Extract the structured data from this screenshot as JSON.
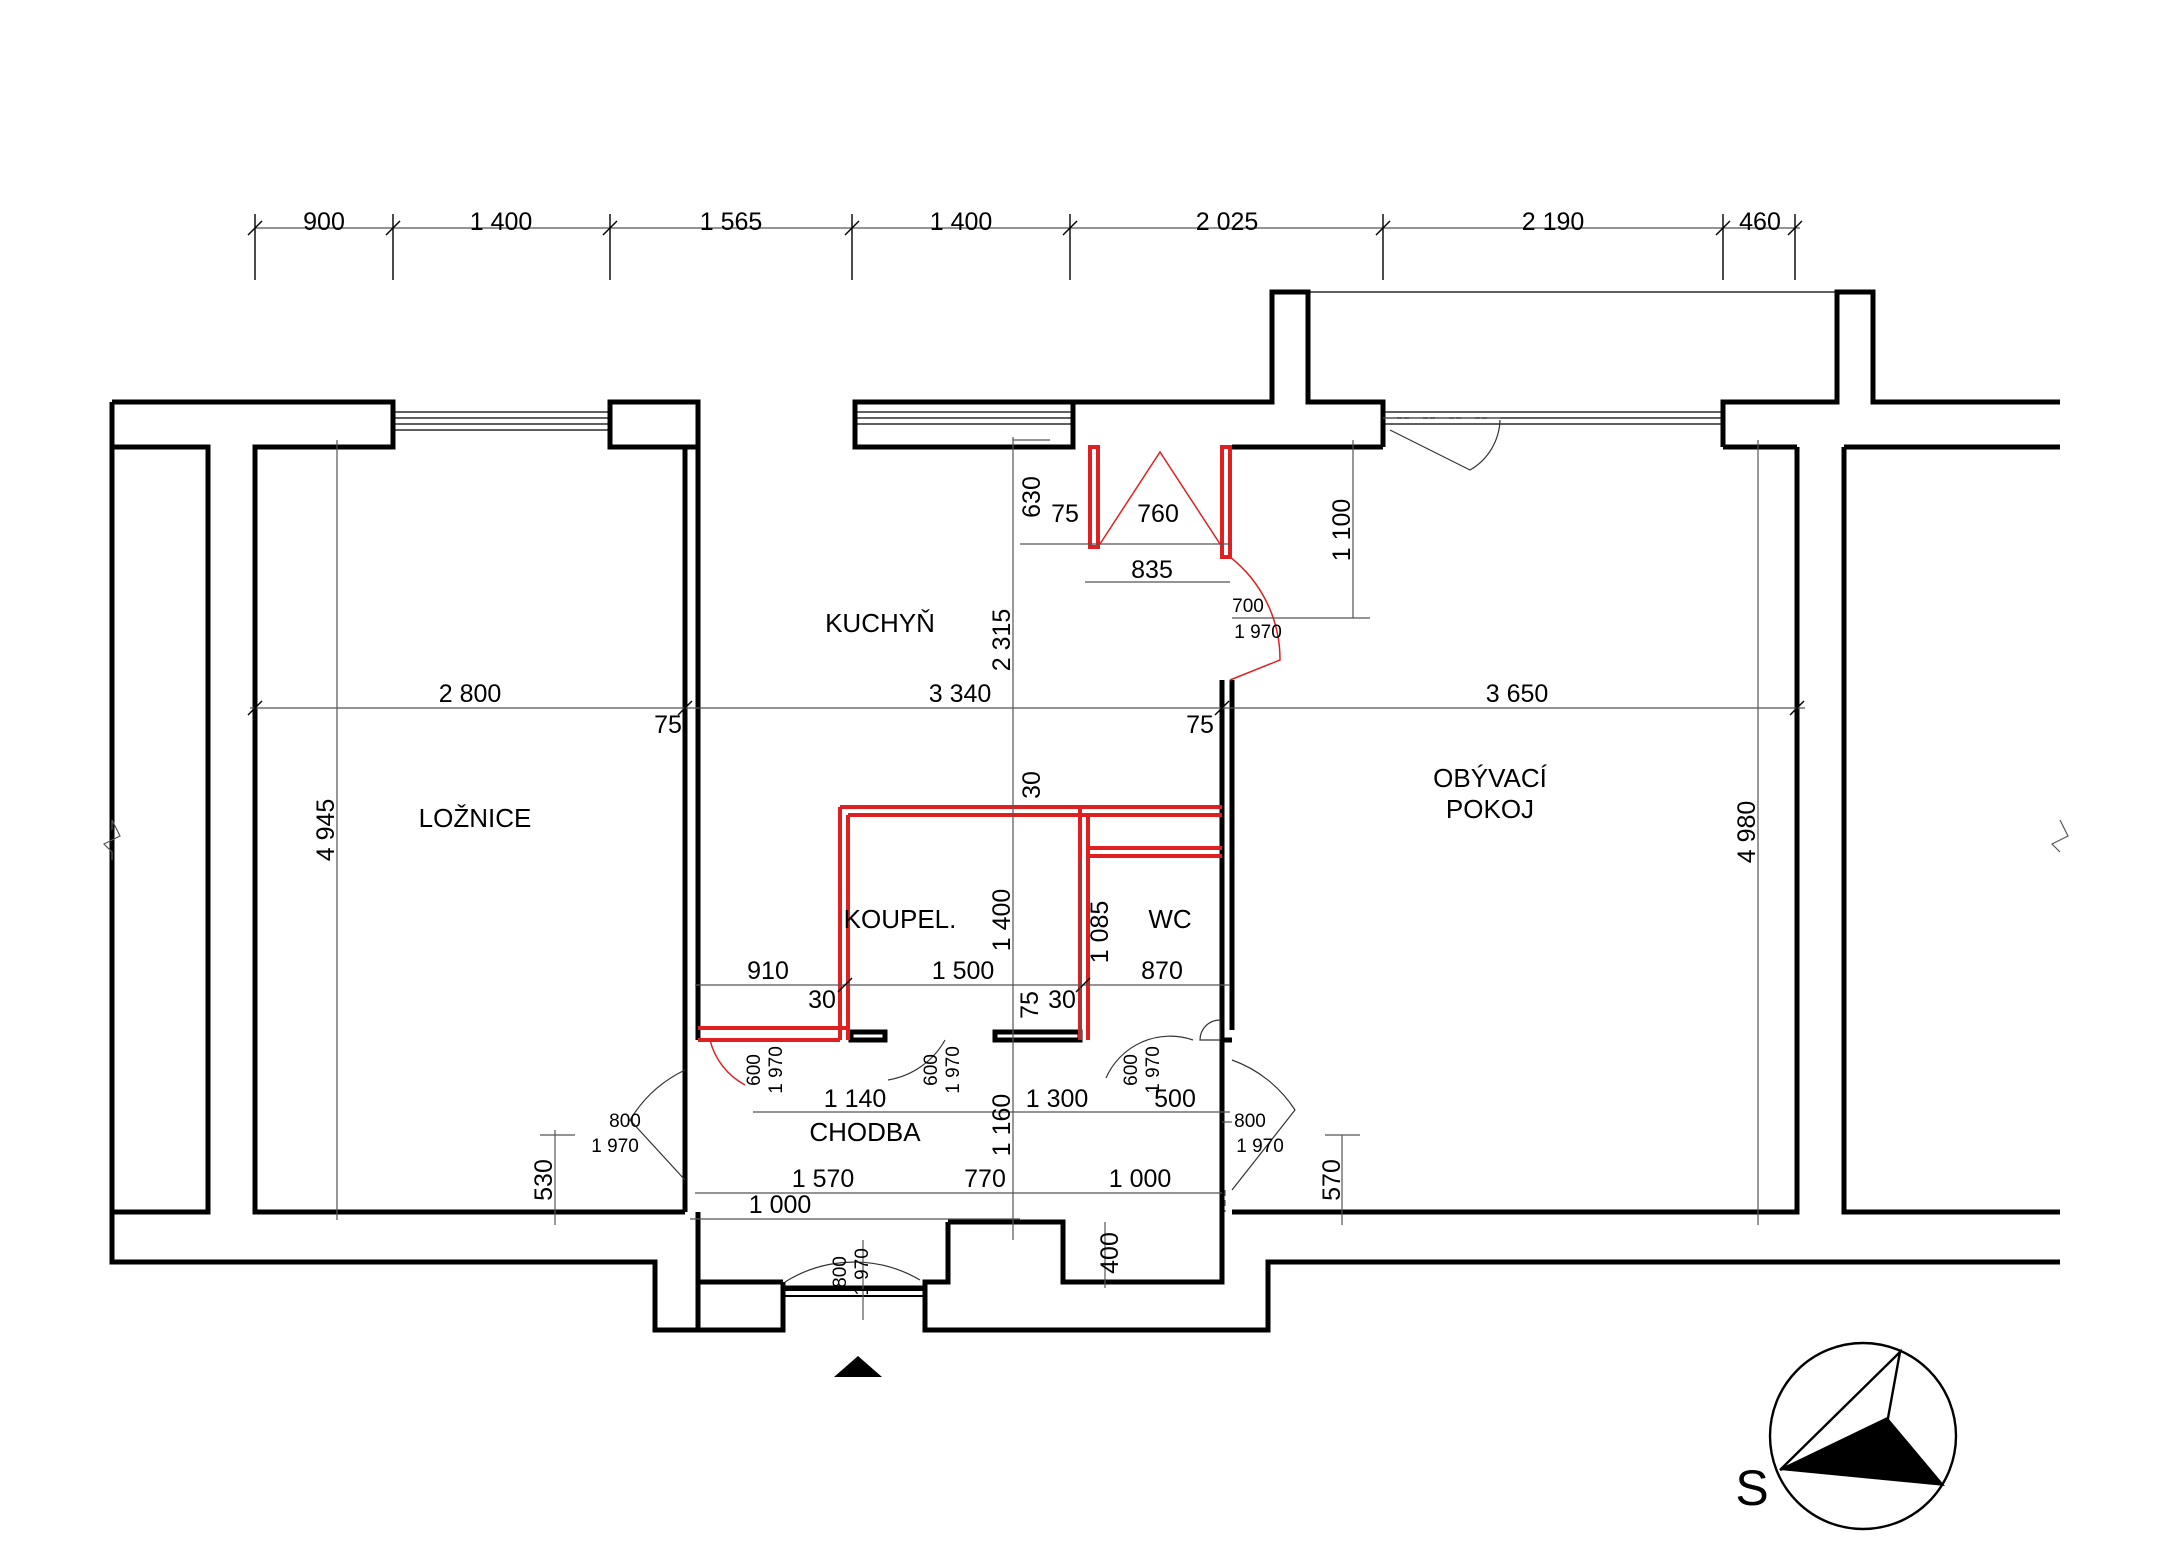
{
  "rooms": {
    "loznice": "LOŽNICE",
    "kuchyn": "KUCHYŇ",
    "obyvaci_1": "OBÝVACÍ",
    "obyvaci_2": "POKOJ",
    "koupelna": "KOUPEL.",
    "wc": "WC",
    "chodba": "CHODBA"
  },
  "top_dimensions": [
    "900",
    "1 400",
    "1 565",
    "1 400",
    "2 025",
    "2 190",
    "460"
  ],
  "room_widths": {
    "loznice": "2 800",
    "kuchyn": "3 340",
    "obyvaci": "3 650"
  },
  "room_heights": {
    "loznice": "4 945",
    "kuchyn": "2 315",
    "obyvaci": "4 980"
  },
  "wall_thickness": {
    "left": "75",
    "right": "75"
  },
  "pantry": {
    "depth": "630",
    "wall": "75",
    "inner": "760",
    "outer": "835",
    "door_w": "700",
    "door_h": "1 970"
  },
  "living_window_offset": "1 100",
  "bath": {
    "top_wall": "30",
    "height": "1 400",
    "left_gap": "910",
    "width": "1 500",
    "left_wall": "30",
    "mid_wall": "75",
    "mid_wall2": "30"
  },
  "wc_dims": {
    "height": "1 085",
    "width": "870"
  },
  "doors": {
    "bedroom_w": "800",
    "bedroom_h": "1 970",
    "kitchen_w": "600",
    "kitchen_h": "1 970",
    "bath_w": "600",
    "bath_h": "1 970",
    "wc_w": "600",
    "wc_h": "1 970",
    "living_w": "800",
    "living_h": "1 970",
    "entry_w": "800",
    "entry_h": "1 970"
  },
  "corridor": {
    "seg_1": "1 140",
    "seg_2": "1 300",
    "seg_3": "500",
    "depth": "1 160",
    "w1": "1 570",
    "w2": "770",
    "w3": "1 000",
    "bottom": "1 000",
    "niche": "400",
    "left_offset": "530",
    "right_offset": "570"
  },
  "compass_label": "S"
}
